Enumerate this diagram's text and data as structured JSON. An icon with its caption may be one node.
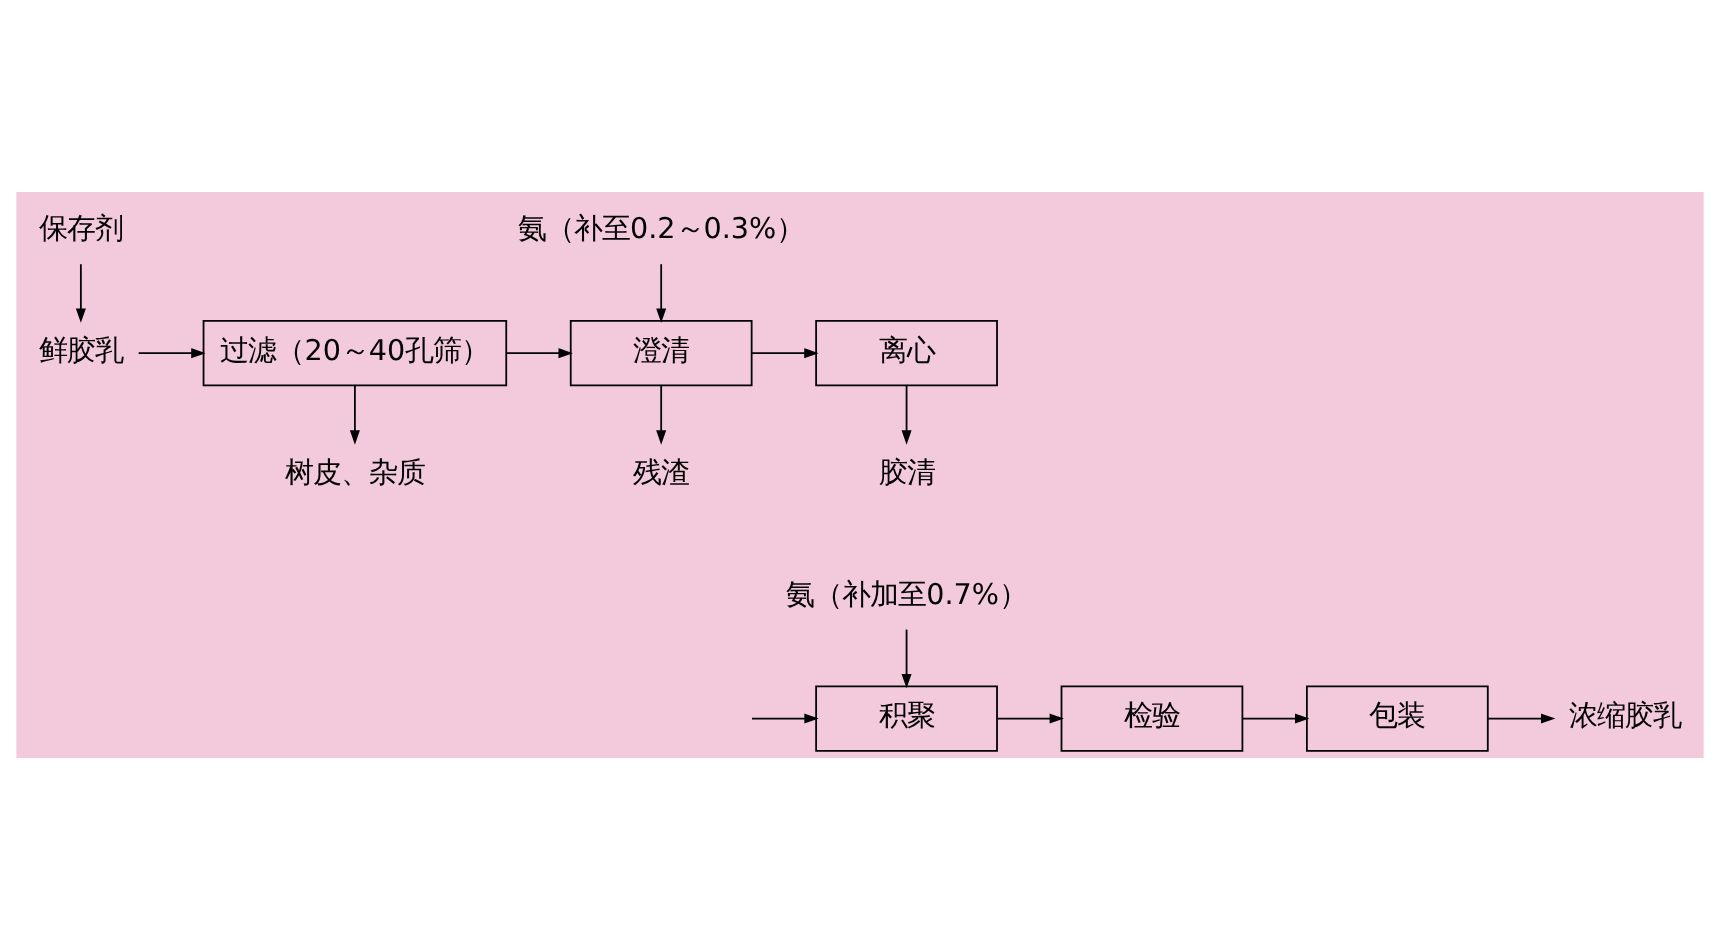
{
  "diagram": {
    "nodes": [
      {
        "text": [
          "保存剂"
        ]
      },
      {
        "text": [
          "鲜胶乳"
        ]
      },
      {
        "text": [
          "过滤（20～40孔筛）"
        ]
      },
      {
        "text": [
          "树皮、杂质"
        ]
      },
      {
        "text": [
          "氨（补至0.2～0.3%）"
        ]
      },
      {
        "text": [
          "澄清"
        ]
      },
      {
        "text": [
          "残渣"
        ]
      },
      {
        "text": [
          "离心"
        ]
      },
      {
        "text": [
          "胶清"
        ]
      },
      {
        "text": [
          "氨（补加至0.7%）"
        ]
      },
      {
        "text": [
          "积聚"
        ]
      },
      {
        "text": [
          "检验"
        ]
      },
      {
        "text": [
          "包装"
        ]
      },
      {
        "text": [
          "浓缩胶乳"
        ]
      }
    ],
    "edges": [
      {
        "from": 0,
        "to": 1,
        "arrow": "to"
      },
      {
        "from": 1,
        "to": 2,
        "arrow": "to"
      },
      {
        "from": 2,
        "to": 3,
        "arrow": "to"
      },
      {
        "from": 2,
        "to": 5,
        "arrow": "to"
      },
      {
        "from": 4,
        "to": 5,
        "arrow": "to"
      },
      {
        "from": 5,
        "to": 6,
        "arrow": "to"
      },
      {
        "from": 5,
        "to": 7,
        "arrow": "to"
      },
      {
        "from": 7,
        "to": 8,
        "arrow": "to"
      },
      {
        "from": null,
        "to": 10,
        "arrow": "to"
      },
      {
        "from": 9,
        "to": 10,
        "arrow": "to"
      },
      {
        "from": 10,
        "to": 11,
        "arrow": "to"
      },
      {
        "from": 11,
        "to": 12,
        "arrow": "to"
      },
      {
        "from": 12,
        "to": 13,
        "arrow": "to"
      }
    ]
  }
}
